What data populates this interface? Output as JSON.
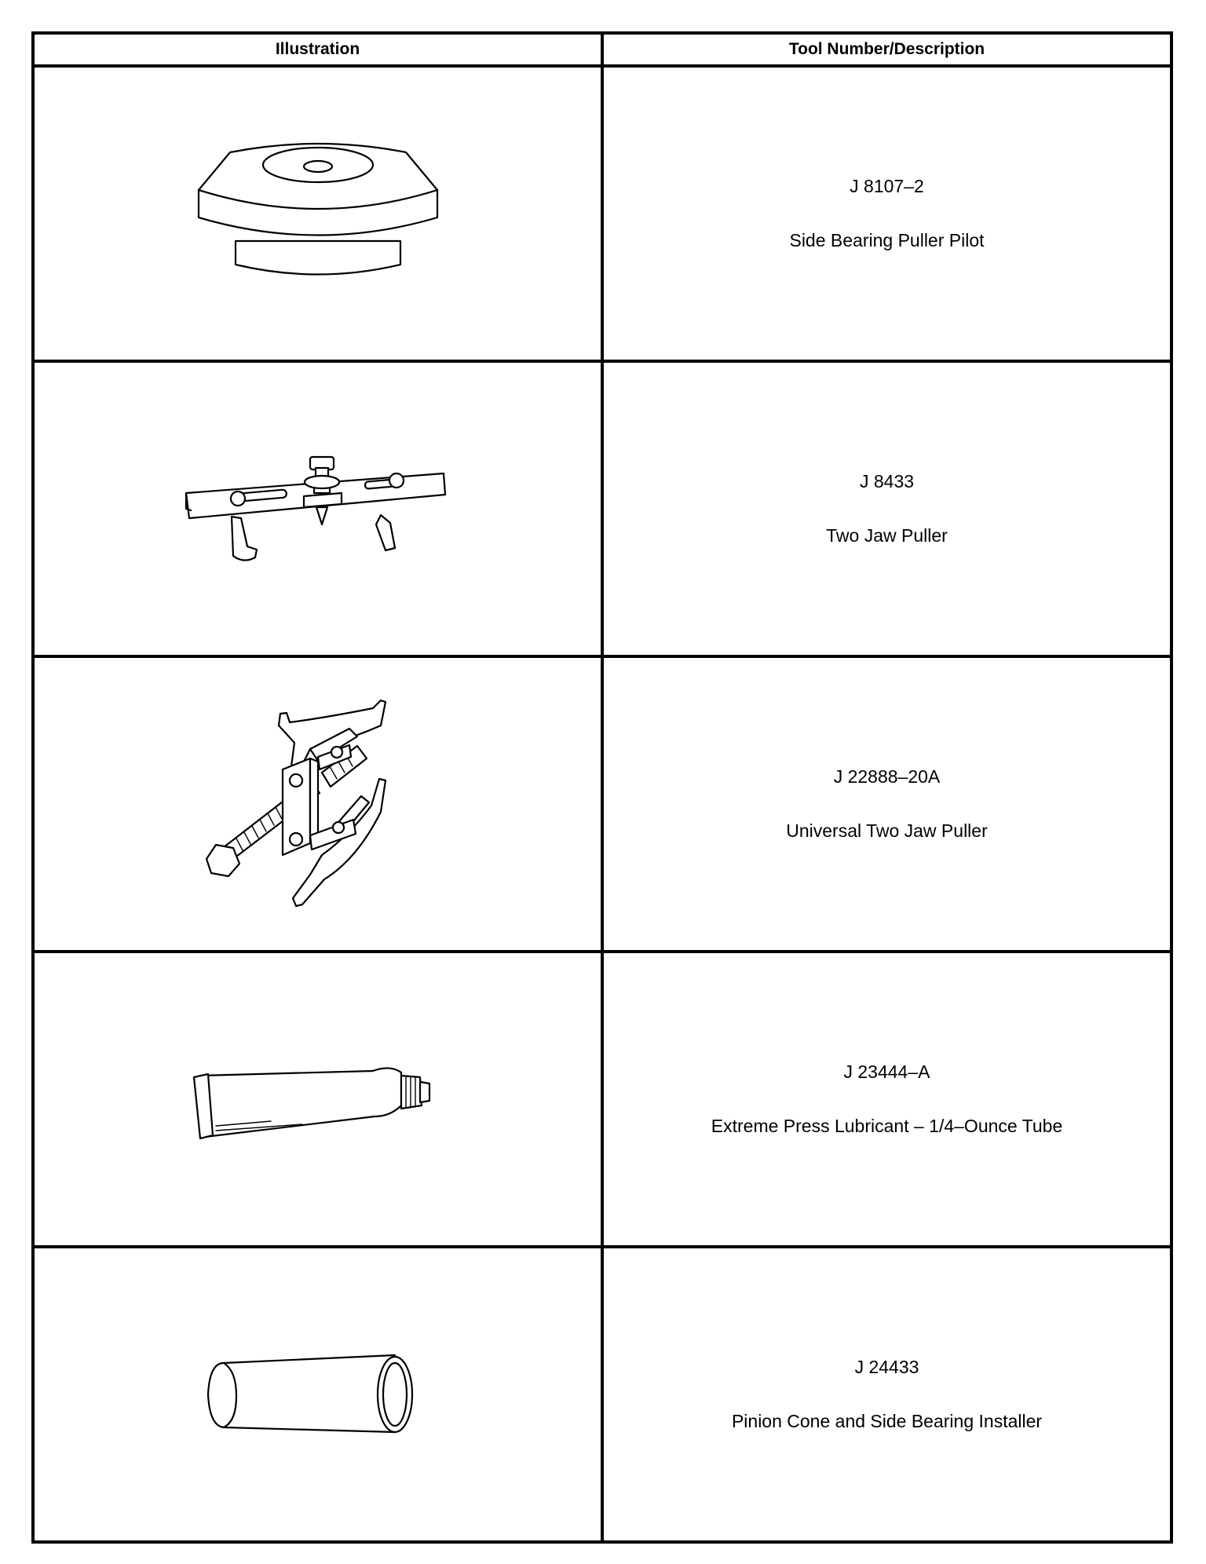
{
  "table": {
    "headers": {
      "illustration": "Illustration",
      "tool": "Tool Number/Description"
    },
    "rows": [
      {
        "number": "J 8107–2",
        "description": "Side Bearing Puller Pilot",
        "icon": "side-bearing-puller-pilot-icon"
      },
      {
        "number": "J 8433",
        "description": "Two Jaw Puller",
        "icon": "two-jaw-puller-icon"
      },
      {
        "number": "J 22888–20A",
        "description": "Universal Two Jaw Puller",
        "icon": "universal-two-jaw-puller-icon"
      },
      {
        "number": "J 23444–A",
        "description": "Extreme Press Lubricant – 1/4–Ounce Tube",
        "icon": "lubricant-tube-icon"
      },
      {
        "number": "J 24433",
        "description": "Pinion Cone and Side Bearing Installer",
        "icon": "bearing-installer-icon"
      }
    ]
  }
}
